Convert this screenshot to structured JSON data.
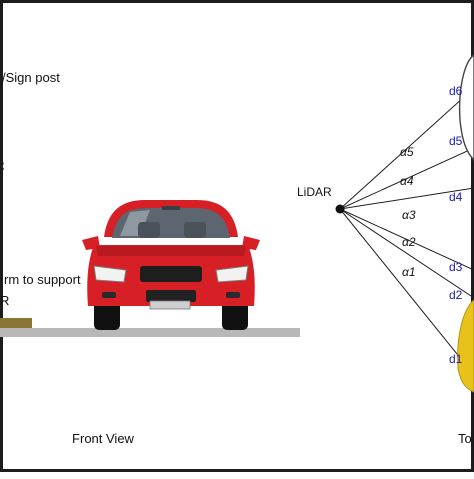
{
  "figure": {
    "left_panel": {
      "labels": {
        "sign_post": "/Sign post",
        "support": "rm to support",
        "cut_letter": "R",
        "colon": ":"
      },
      "caption": "Front View"
    },
    "right_panel": {
      "lidar_label": "LiDAR",
      "angles": [
        "α5",
        "α4",
        "α3",
        "α2",
        "α1"
      ],
      "distances": [
        "d6",
        "d5",
        "d4",
        "d3",
        "d2",
        "d1"
      ],
      "caption": "To",
      "distance_color": "#1a1aa8"
    },
    "colors": {
      "frame": "#1c1c1c",
      "car_body": "#d71f26",
      "ground": "#b8b8b8",
      "mount": "#8a7434",
      "ray": "#1f1f1f",
      "reflector": "#e7c21a"
    }
  }
}
